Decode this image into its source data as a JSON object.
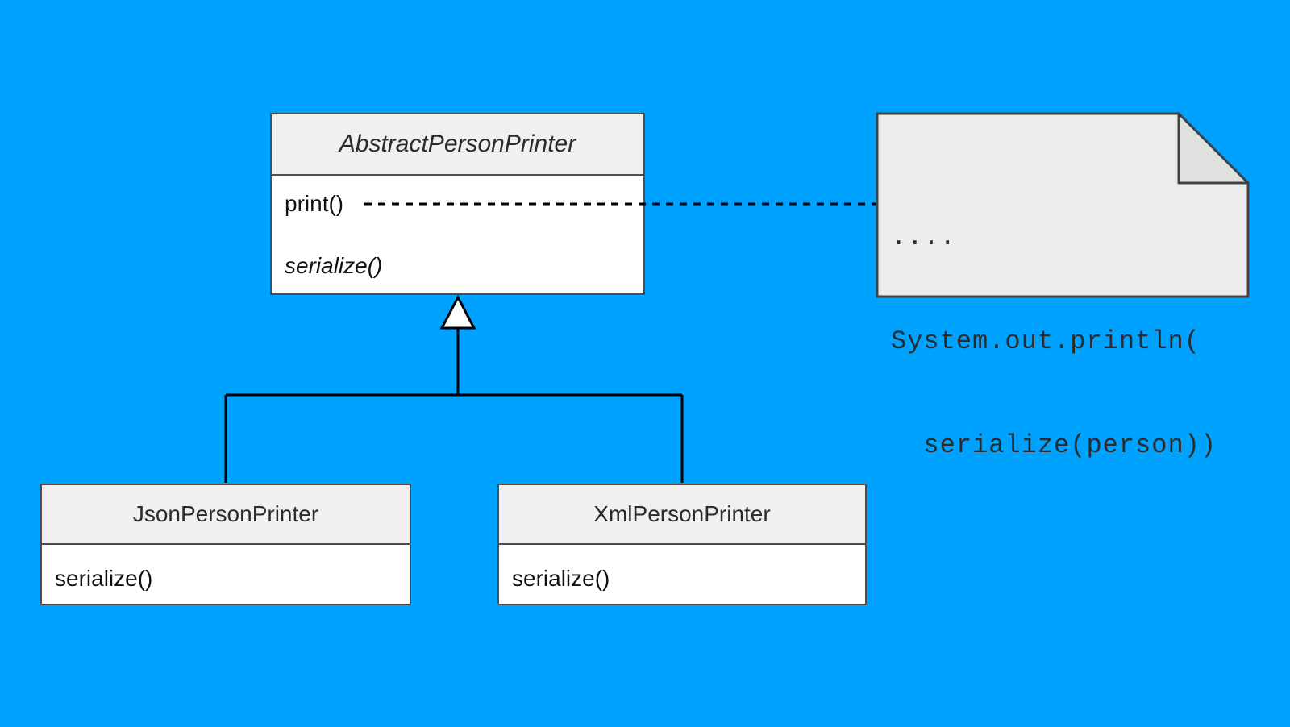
{
  "colors": {
    "background": "#00A2FF",
    "class_border": "#4D4D4D",
    "class_header_fill": "#F0F0F0",
    "class_body_fill": "#FFFFFF",
    "note_fill": "#ECECEC",
    "note_fold_fill": "#E0E0E0",
    "note_border": "#424242",
    "connector": "#000000",
    "arrowhead_fill": "#FFFFFF"
  },
  "diagram": {
    "parent_class": {
      "name": "AbstractPersonPrinter",
      "name_italic": true,
      "methods": [
        {
          "label": "print()",
          "italic": false
        },
        {
          "label": "serialize()",
          "italic": true
        }
      ]
    },
    "subclasses": [
      {
        "name": "JsonPersonPrinter",
        "methods": [
          {
            "label": "serialize()"
          }
        ]
      },
      {
        "name": "XmlPersonPrinter",
        "methods": [
          {
            "label": "serialize()"
          }
        ]
      }
    ],
    "note": {
      "lines": [
        "....",
        "System.out.println(",
        "  serialize(person))"
      ],
      "attached_to_method": "print()"
    },
    "relationships": [
      {
        "type": "generalization",
        "from": "JsonPersonPrinter",
        "to": "AbstractPersonPrinter"
      },
      {
        "type": "generalization",
        "from": "XmlPersonPrinter",
        "to": "AbstractPersonPrinter"
      },
      {
        "type": "note-link",
        "from": "note",
        "to": "print()"
      }
    ]
  }
}
